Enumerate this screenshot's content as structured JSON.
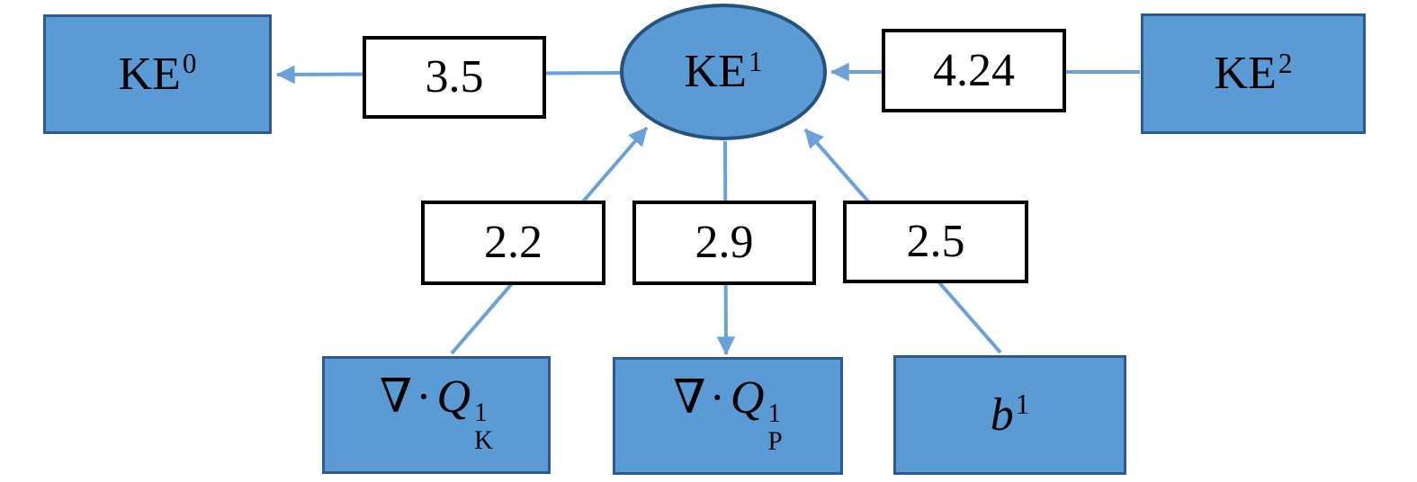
{
  "diagram_title": "kinetic-energy-budget-flow-diagram",
  "colors": {
    "background": "#ffffff",
    "node_fill": "#5b9bd5",
    "node_border": "#2e5b8f",
    "ellipse_border": "#25537f",
    "arrow": "#6ba1d9",
    "value_box_fill": "#ffffff",
    "value_box_border": "#000000",
    "text": "#000000"
  },
  "nodes": {
    "ke0": {
      "base": "KE",
      "sup": "0"
    },
    "ke1": {
      "base": "KE",
      "sup": "1"
    },
    "ke2": {
      "base": "KE",
      "sup": "2"
    },
    "div_qk": {
      "prefix": "∇·",
      "variable": "Q",
      "sup": "1",
      "sub": "K"
    },
    "div_qp": {
      "prefix": "∇·",
      "variable": "Q",
      "sup": "1",
      "sub": "P"
    },
    "b1": {
      "variable": "b",
      "sup": "1"
    }
  },
  "edges": [
    {
      "from": "KE1",
      "to": "KE0",
      "value": "3.5"
    },
    {
      "from": "KE2",
      "to": "KE1",
      "value": "4.24"
    },
    {
      "from": "div_QK1",
      "to": "KE1",
      "value": "2.2"
    },
    {
      "from": "KE1",
      "to": "div_QP1",
      "value": "2.9"
    },
    {
      "from": "b1",
      "to": "KE1",
      "value": "2.5"
    }
  ]
}
